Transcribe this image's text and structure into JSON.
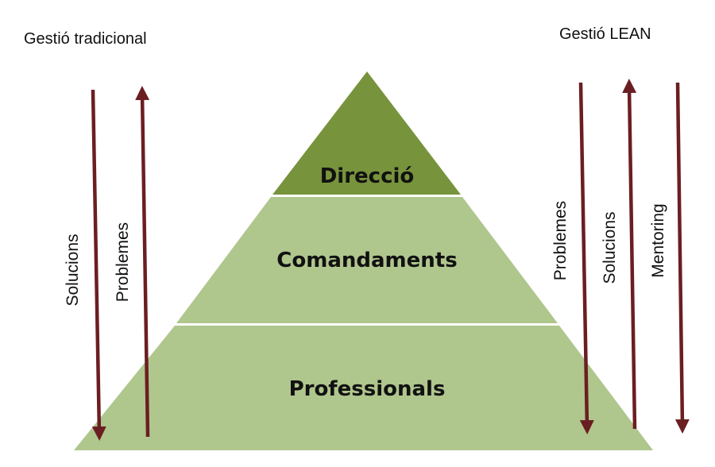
{
  "left_panel": {
    "title": "Gestió tradicional",
    "arrows": [
      {
        "label": "Solucions",
        "direction": "down"
      },
      {
        "label": "Problemes",
        "direction": "up"
      }
    ]
  },
  "right_panel": {
    "title": "Gestió LEAN",
    "arrows": [
      {
        "label": "Problemes",
        "direction": "down"
      },
      {
        "label": "Solucions",
        "direction": "up"
      },
      {
        "label": "Mentoring",
        "direction": "down"
      }
    ]
  },
  "pyramid": {
    "tiers": [
      {
        "label": "Direcció",
        "color": "#77933c"
      },
      {
        "label": "Comandaments",
        "color": "#afc68d"
      },
      {
        "label": "Professionals",
        "color": "#afc68d"
      }
    ],
    "text_color": "#111111"
  },
  "arrow_color": "#6b1e22"
}
